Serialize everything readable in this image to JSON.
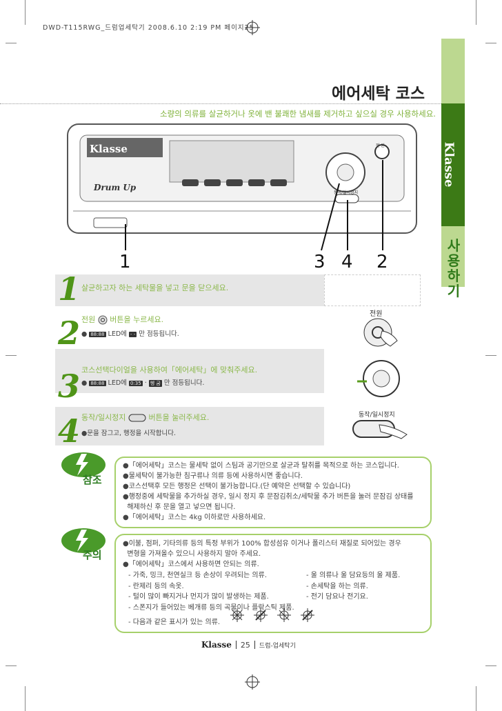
{
  "print_header": "DWD-T115RWG_드럼업세탁기  2008.6.10 2:19 PM 페이지25",
  "page_title": "에어세탁 코스",
  "subtitle": "소량의 의류를 살균하거나 옷에 밴 불쾌한 냄새를 제거하고 싶으실 경우 사용하세요.",
  "sidebar": {
    "brand": "Klasse",
    "menu": [
      "사",
      "용",
      "하",
      "기"
    ]
  },
  "panel": {
    "brand": "Klasse",
    "drumup": "Drum Up",
    "power": "전 원",
    "pause": "동작/일시정지"
  },
  "callouts": [
    "1",
    "3",
    "4",
    "2"
  ],
  "steps": [
    {
      "num": "1",
      "text": "살균하고자 하는 세탁물을 넣고 문을 닫으세요.",
      "sub": ""
    },
    {
      "num": "2",
      "text_pre": "전원",
      "text_post": "버튼을 누르세요.",
      "sub_pre": "●",
      "lcd1": "88:88",
      "sub_mid": "LED에",
      "lcd2": "- -",
      "sub_post": "만 점등됩니다.",
      "side_label": "전원"
    },
    {
      "num": "3",
      "text": "코스선택다이얼을 사용하여「에어세탁」에 맞춰주세요.",
      "sub_pre": "●",
      "lcd1": "88:88",
      "sub_mid": "LED에",
      "lcd2": "0:35",
      "sub_sep": "·",
      "lcd3": "헹 굼",
      "sub_post": "만 점등됩니다."
    },
    {
      "num": "4",
      "text_pre": "동작/일시정지",
      "text_post": "버튼을 눌러주세요.",
      "sub": "●문을 잠그고, 행정을 시작합니다.",
      "side_label": "동작/일시정지"
    }
  ],
  "reference": {
    "label": "참조",
    "lines": [
      "●「에어세탁」코스는 물세탁 없이 스팀과 공기만으로 살균과 탈취를 목적으로 하는 코스입니다.",
      "●물세탁이 불가능한 침구류나 의류 등에 사용하시면 좋습니다.",
      "●코스선택후 모든 행정은 선택이 불가능합니다.(단 예약은 선택할 수 있습니다)",
      "●행정중에 세탁물을 추가하실 경우, 일시 정지 후 문잠김취소/세탁물 추가 버튼을 눌러 문잠김 상태를",
      "  해제하신 후 문을 열고 넣으면 됩니다.",
      "●「에어세탁」코스는 4kg 이하로만 사용하세요."
    ]
  },
  "caution": {
    "label": "주의",
    "lines": [
      "●이불, 점퍼, 기타의류 등의 특정 부위가 100% 합성섬유 이거나 폴리스터 재질로 되어있는 경우",
      "  변형을 가져올수 있으니 사용하지 말아 주세요.",
      "●「에어세탁」코스에서 사용하면 안되는 의류."
    ],
    "left_items": [
      "- 가죽, 밍크, 천연실크 등 손상이 우려되는 의류.",
      "- 란제리 등의 속옷.",
      "- 털이 많이 빠지거나 먼지가 많이 발생하는 제품.",
      "- 스폰지가 들어있는 베개류 등의 곡물이나 플락스틱 제품.",
      "- 다음과 같은 표시가 있는 의류."
    ],
    "right_items": [
      "- 울 의류나 울 담요등의 울 제품.",
      "- 손세탁을 하는 의류.",
      "- 전기 담요나 전기요."
    ]
  },
  "footer": {
    "brand": "Klasse",
    "page": "25",
    "text": "드럼-업세탁기"
  }
}
